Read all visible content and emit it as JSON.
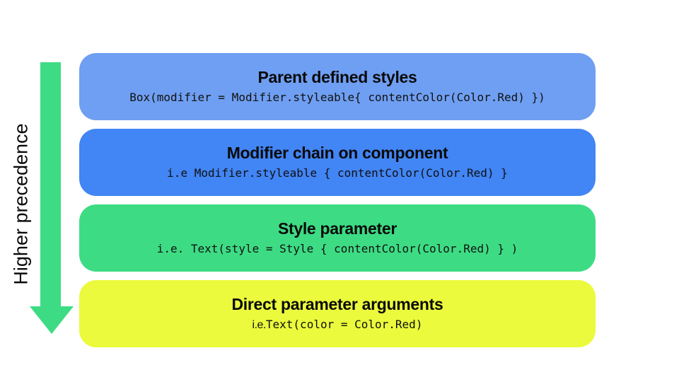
{
  "diagram": {
    "background_color": "#ffffff",
    "text_color": "#0a0a0a",
    "arrow": {
      "label": "Higher precedence",
      "color": "#3ddc84",
      "direction": "down"
    },
    "boxes": [
      {
        "title": "Parent defined styles",
        "code_prefix": "",
        "code": "Box(modifier = Modifier.styleable{ contentColor(Color.Red) })",
        "color": "#6f9ff2"
      },
      {
        "title": "Modifier chain on component",
        "code_prefix": "",
        "code": "i.e Modifier.styleable { contentColor(Color.Red) }",
        "color": "#4285f4"
      },
      {
        "title": "Style parameter",
        "code_prefix": "",
        "code": "i.e. Text(style = Style { contentColor(Color.Red) } )",
        "color": "#3ddc84"
      },
      {
        "title": "Direct parameter arguments",
        "code_prefix": "i.e.",
        "code": "Text(color = Color.Red)",
        "color": "#ebfa3c"
      }
    ]
  }
}
